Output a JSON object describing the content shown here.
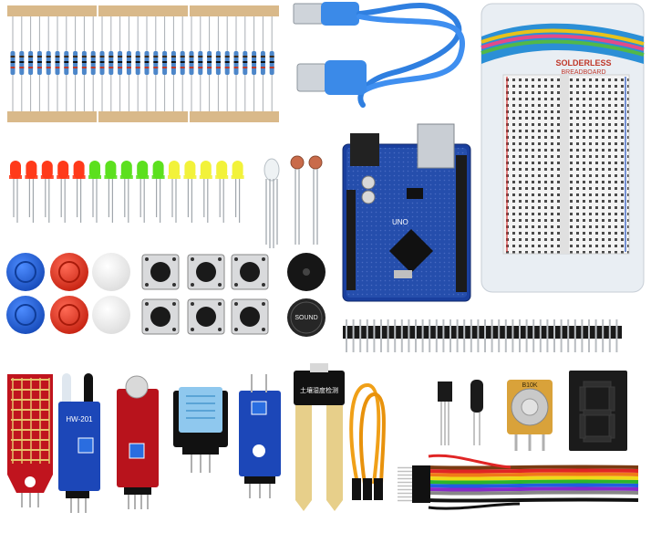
{
  "breadboard": {
    "brand_line1": "SOLDERLESS",
    "brand_line2": "BREADBOARD"
  },
  "arduino": {
    "label": "UNO"
  },
  "sensors": {
    "ir_module": "HW-201",
    "soil_probe": "土壤湿度检测"
  },
  "potentiometer": {
    "value_label": "B10K"
  },
  "buzzer": {
    "label": "SOUND"
  },
  "colors": {
    "resistor_tape": "#d9b98a",
    "led_red": "#ff3a1a",
    "led_green": "#5ce01e",
    "led_yellow": "#f2f23a",
    "button_blue": "#1b5fd6",
    "button_red": "#e52b1b",
    "button_white": "#f4f4f4",
    "arduino_blue": "#1a3f9e",
    "module_red": "#b8131c",
    "module_blue": "#1c47b8",
    "usb_cable": "#2f7fe0",
    "jumper_wire_colors": [
      "#7a3b12",
      "#e02525",
      "#f07a18",
      "#f0d818",
      "#2bb52b",
      "#1f5fe0",
      "#8a2ac7",
      "#888888",
      "#ffffff",
      "#111111"
    ]
  },
  "icons": [
    "resistor-icon",
    "led-icon",
    "usb-cable-icon",
    "breadboard-icon",
    "arduino-board-icon",
    "push-button-icon",
    "buzzer-icon",
    "seven-segment-icon"
  ]
}
